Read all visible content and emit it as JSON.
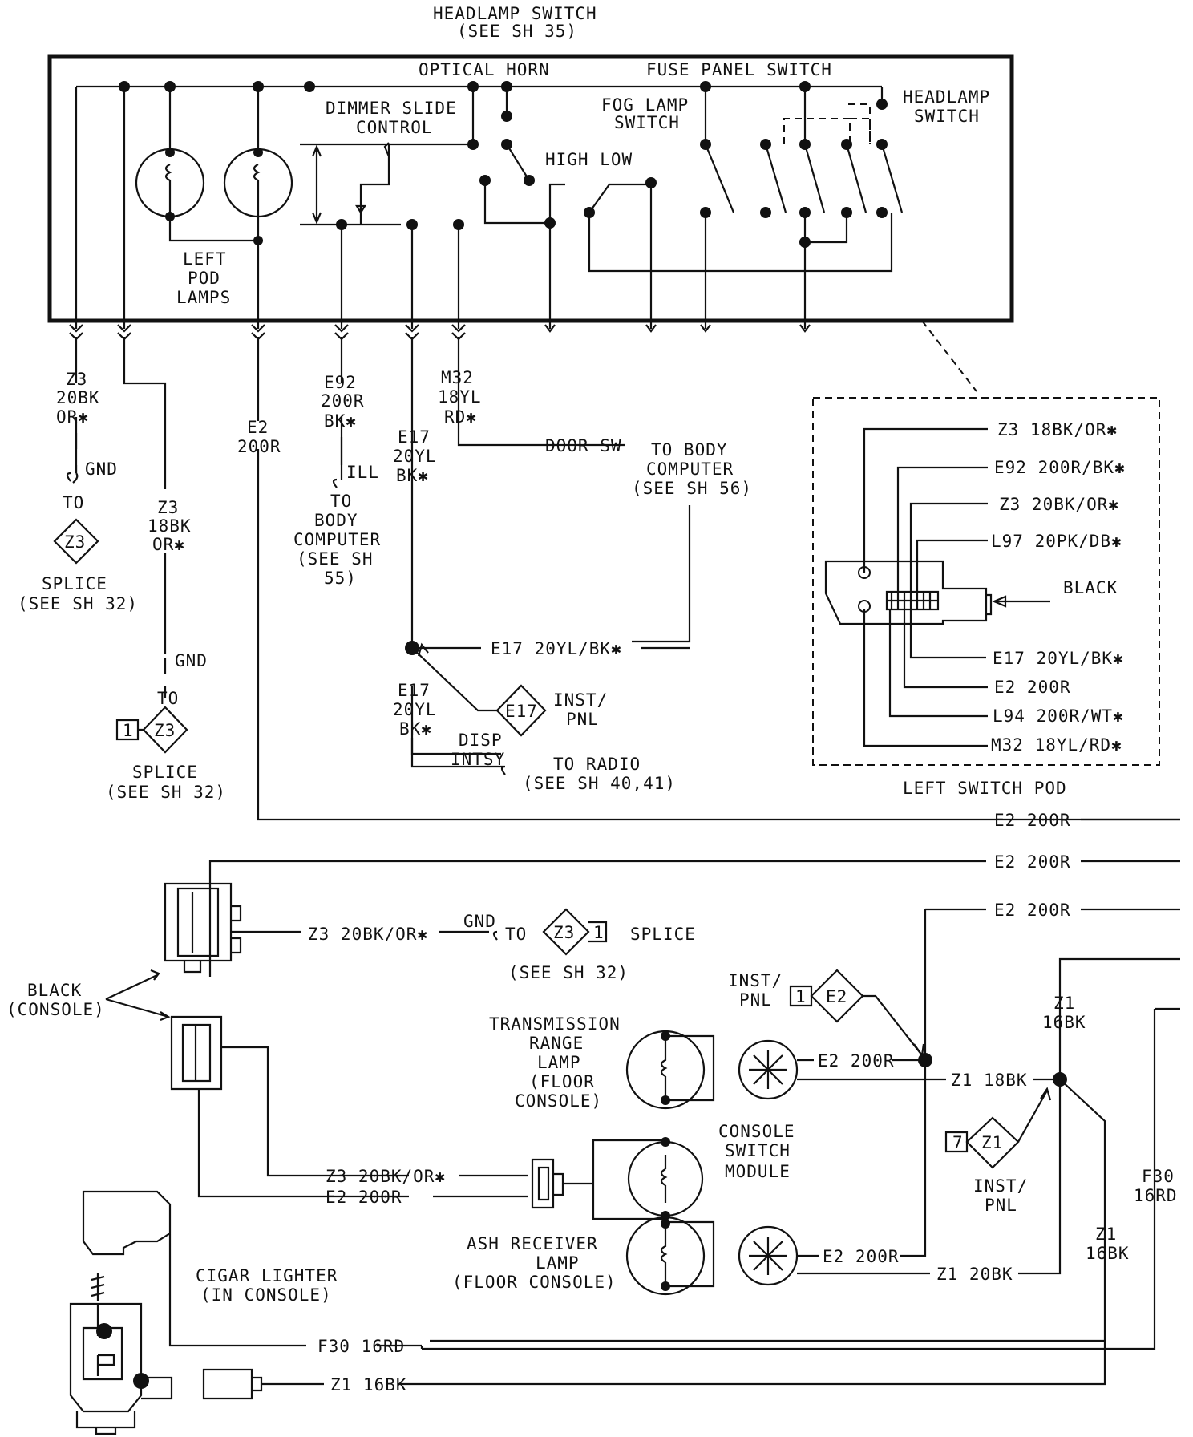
{
  "headlamp_switch": {
    "title": "HEADLAMP SWITCH",
    "ref": "(SEE SH 35)",
    "optical_horn": "OPTICAL HORN",
    "fuse_panel_switch": "FUSE PANEL SWITCH",
    "dimmer_1": "DIMMER SLIDE",
    "dimmer_2": "CONTROL",
    "fog_1": "FOG LAMP",
    "fog_2": "SWITCH",
    "high_low": "HIGH LOW",
    "hs_1": "HEADLAMP",
    "hs_2": "SWITCH",
    "pod_1": "LEFT",
    "pod_2": "POD",
    "pod_3": "LAMPS"
  },
  "wires": {
    "z3_a": [
      "Z3",
      "20BK",
      "OR✱"
    ],
    "gnd": "GND",
    "to": "TO",
    "z3_b": [
      "Z3",
      "18BK",
      "OR✱"
    ],
    "e2": [
      "E2",
      "200R"
    ],
    "e92": [
      "E92",
      "200R",
      "BK✱"
    ],
    "ill": "ILL",
    "body_comp_a": [
      "TO",
      "BODY",
      "COMPUTER",
      "(SEE SH",
      "55)"
    ],
    "e17_a": [
      "E17",
      "20YL",
      "BK✱"
    ],
    "m32": [
      "M32",
      "18YL",
      "RD✱"
    ],
    "door_sw": "DOOR SW",
    "body_comp_b": [
      "TO BODY",
      "COMPUTER",
      "(SEE SH 56)"
    ],
    "e17_full": "E17 20YL/BK✱",
    "e17_b": [
      "E17",
      "20YL",
      "BK✱"
    ],
    "inst_pnl": [
      "INST/",
      "PNL"
    ],
    "disp": [
      "DISP",
      "INTSY"
    ],
    "to_radio": [
      "TO RADIO",
      "(SEE SH 40,41)"
    ]
  },
  "splices": {
    "z3": "Z3",
    "e17": "E17",
    "e2": "E2",
    "z1": "Z1",
    "pin_1": "1",
    "pin_7": "7",
    "splice": "SPLICE",
    "see_sh_32": "(SEE SH 32)"
  },
  "left_switch_pod": {
    "title": "LEFT SWITCH POD",
    "black": "BLACK",
    "pins": [
      "Z3 18BK/OR✱",
      "E92 200R/BK✱",
      "Z3 20BK/OR✱",
      "L97 20PK/DB✱",
      "E17 20YL/BK✱",
      "E2 200R",
      "L94 200R/WT✱",
      "M32 18YL/RD✱"
    ]
  },
  "lower": {
    "e2_200r": "E2 200R",
    "z3_20bk_or": "Z3 20BK/OR✱",
    "gnd": "GND",
    "to": "TO",
    "splice": "SPLICE",
    "see_sh_32": "(SEE SH 32)",
    "black_1": "BLACK",
    "black_2": "(CONSOLE)",
    "inst_1": "INST/",
    "inst_2": "PNL",
    "trans": [
      "TRANSMISSION",
      "RANGE",
      "LAMP",
      "(FLOOR",
      "CONSOLE)"
    ],
    "z1_18bk": "Z1 18BK",
    "z1_16bk": [
      "Z1",
      "16BK"
    ],
    "console_sw": [
      "CONSOLE",
      "SWITCH",
      "MODULE"
    ],
    "ash": [
      "ASH RECEIVER",
      "LAMP",
      "(FLOOR CONSOLE)"
    ],
    "z1_20bk": "Z1 20BK",
    "f30": [
      "F30",
      "16RD"
    ],
    "cigar_1": "CIGAR LIGHTER",
    "cigar_2": "(IN CONSOLE)",
    "f30_full": "F30 16RD",
    "z1_full": "Z1 16BK"
  }
}
